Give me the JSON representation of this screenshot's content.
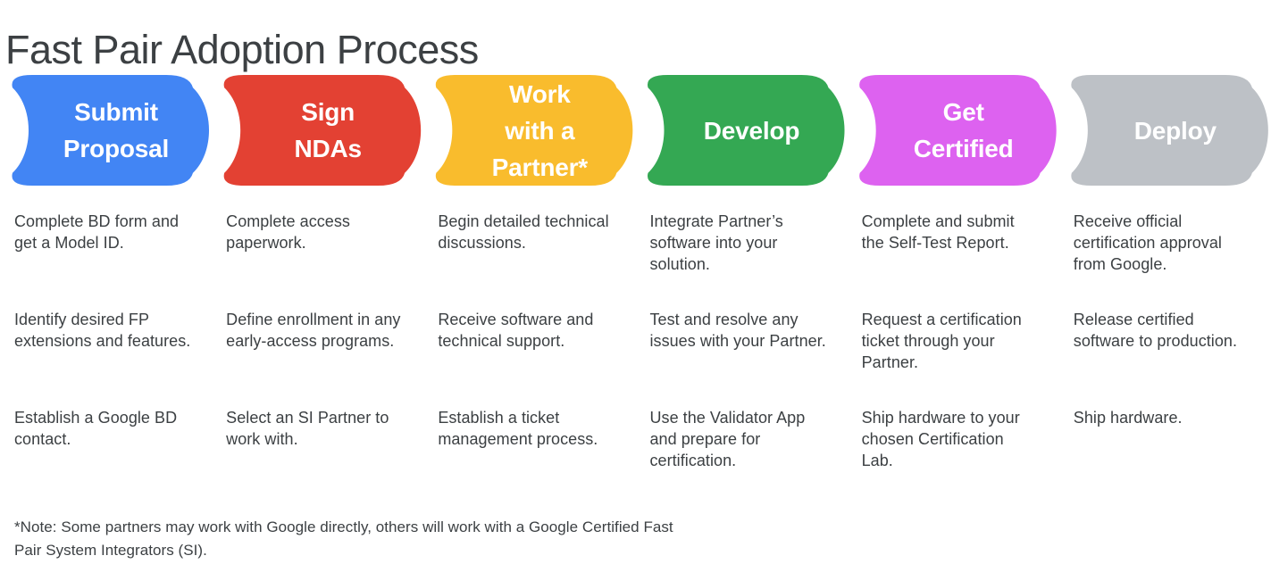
{
  "page_title": "Fast Pair Adoption Process",
  "banner": {
    "stages": [
      {
        "label_lines": [
          "Submit",
          "Proposal"
        ],
        "color": "#4285F4",
        "name": "submit-proposal"
      },
      {
        "label_lines": [
          "Sign",
          "NDAs"
        ],
        "color": "#E34133",
        "name": "sign-ndas"
      },
      {
        "label_lines": [
          "Work",
          "with a",
          "Partner*"
        ],
        "color": "#F9BC2D",
        "name": "work-with-a-partner"
      },
      {
        "label_lines": [
          "Develop"
        ],
        "color": "#34A853",
        "name": "develop"
      },
      {
        "label_lines": [
          "Get",
          "Certified"
        ],
        "color": "#DD62F0",
        "name": "get-certified"
      },
      {
        "label_lines": [
          "Deploy"
        ],
        "color": "#BDC1C6",
        "name": "deploy"
      }
    ]
  },
  "columns": [
    {
      "stage": "Submit Proposal",
      "bullets": [
        "Complete BD form and get a Model ID.",
        "Identify desired FP extensions and features.",
        "Establish a Google BD contact."
      ]
    },
    {
      "stage": "Sign NDAs",
      "bullets": [
        "Complete access paperwork.",
        "Define enrollment in any early-access programs.",
        "Select an SI Partner to work with."
      ]
    },
    {
      "stage": "Work with a Partner*",
      "bullets": [
        "Begin detailed technical discussions.",
        "Receive software and technical support.",
        "Establish a ticket management process."
      ]
    },
    {
      "stage": "Develop",
      "bullets": [
        "Integrate Partner’s software into your solution.",
        "Test and resolve any issues with your Partner.",
        "Use the Validator App and prepare for certification."
      ]
    },
    {
      "stage": "Get Certified",
      "bullets": [
        "Complete and submit the Self-Test Report.",
        "Request a certification ticket through your Partner.",
        "Ship hardware to your chosen Certification Lab."
      ]
    },
    {
      "stage": "Deploy",
      "bullets": [
        "Receive official certification approval from Google.",
        "Release certified software to production.",
        "Ship hardware."
      ]
    }
  ],
  "footnote": "*Note: Some partners may work with Google directly, others will work with a Google Certified Fast Pair System Integrators (SI).",
  "colors": {
    "text": "#3C4043",
    "background": "#FFFFFF",
    "blue": "#4285F4",
    "red": "#E34133",
    "amber": "#F9BC2D",
    "green": "#34A853",
    "purple": "#DD62F0",
    "gray": "#BDC1C6"
  }
}
